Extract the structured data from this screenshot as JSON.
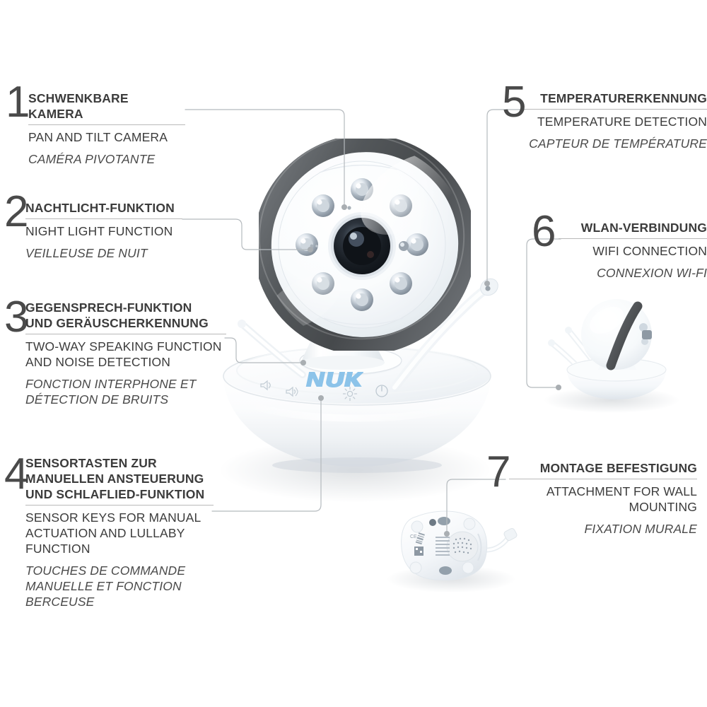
{
  "page": {
    "brand": "NUK",
    "background": "#ffffff",
    "text_color": "#3c3c3c",
    "rule_color": "#b9b9b9",
    "leader_color": "#b0b5b9",
    "brand_logo_color": "#8fc4e8",
    "ring_color": "#5a5d60"
  },
  "callouts": [
    {
      "number": "1",
      "de": "SCHWENKBARE KAMERA",
      "en": "PAN AND TILT CAMERA",
      "fr": "CAMÉRA PIVOTANTE",
      "side": "left"
    },
    {
      "number": "2",
      "de": "NACHTLICHT-FUNKTION",
      "en": "NIGHT LIGHT FUNCTION",
      "fr": "VEILLEUSE DE NUIT",
      "side": "left"
    },
    {
      "number": "3",
      "de": "GEGENSPRECH-FUNKTION\nUND GERÄUSCHERKENNUNG",
      "en": "TWO-WAY SPEAKING FUNCTION\nAND NOISE DETECTION",
      "fr": "FONCTION INTERPHONE ET\nDÉTECTION DE BRUITS",
      "side": "left"
    },
    {
      "number": "4",
      "de": "SENSORTASTEN ZUR\nMANUELLEN ANSTEUERUNG\nUND SCHLAFLIED-FUNKTION",
      "en": "SENSOR KEYS FOR MANUAL\nACTUATION AND LULLABY\nFUNCTION",
      "fr": "TOUCHES DE COMMANDE\nMANUELLE ET FONCTION\nBERCEUSE",
      "side": "left"
    },
    {
      "number": "5",
      "de": "TEMPERATURERKENNUNG",
      "en": "TEMPERATURE DETECTION",
      "fr": "CAPTEUR DE TEMPÉRATURE",
      "side": "right"
    },
    {
      "number": "6",
      "de": "WLAN-VERBINDUNG",
      "en": "WIFI CONNECTION",
      "fr": "CONNEXION WI-FI",
      "side": "right"
    },
    {
      "number": "7",
      "de": "MONTAGE BEFESTIGUNG",
      "en": "ATTACHMENT FOR WALL\nMOUNTING",
      "fr": "FIXATION MURALE",
      "side": "right"
    }
  ],
  "product": {
    "main_view_name": "baby-monitor-camera-front-view",
    "side_view_name": "baby-monitor-camera-side-view",
    "bottom_view_name": "baby-monitor-camera-bottom-view",
    "led_count": 8,
    "button_icons": [
      "speaker-icon",
      "volume-icon",
      "brightness-icon",
      "power-icon"
    ]
  }
}
